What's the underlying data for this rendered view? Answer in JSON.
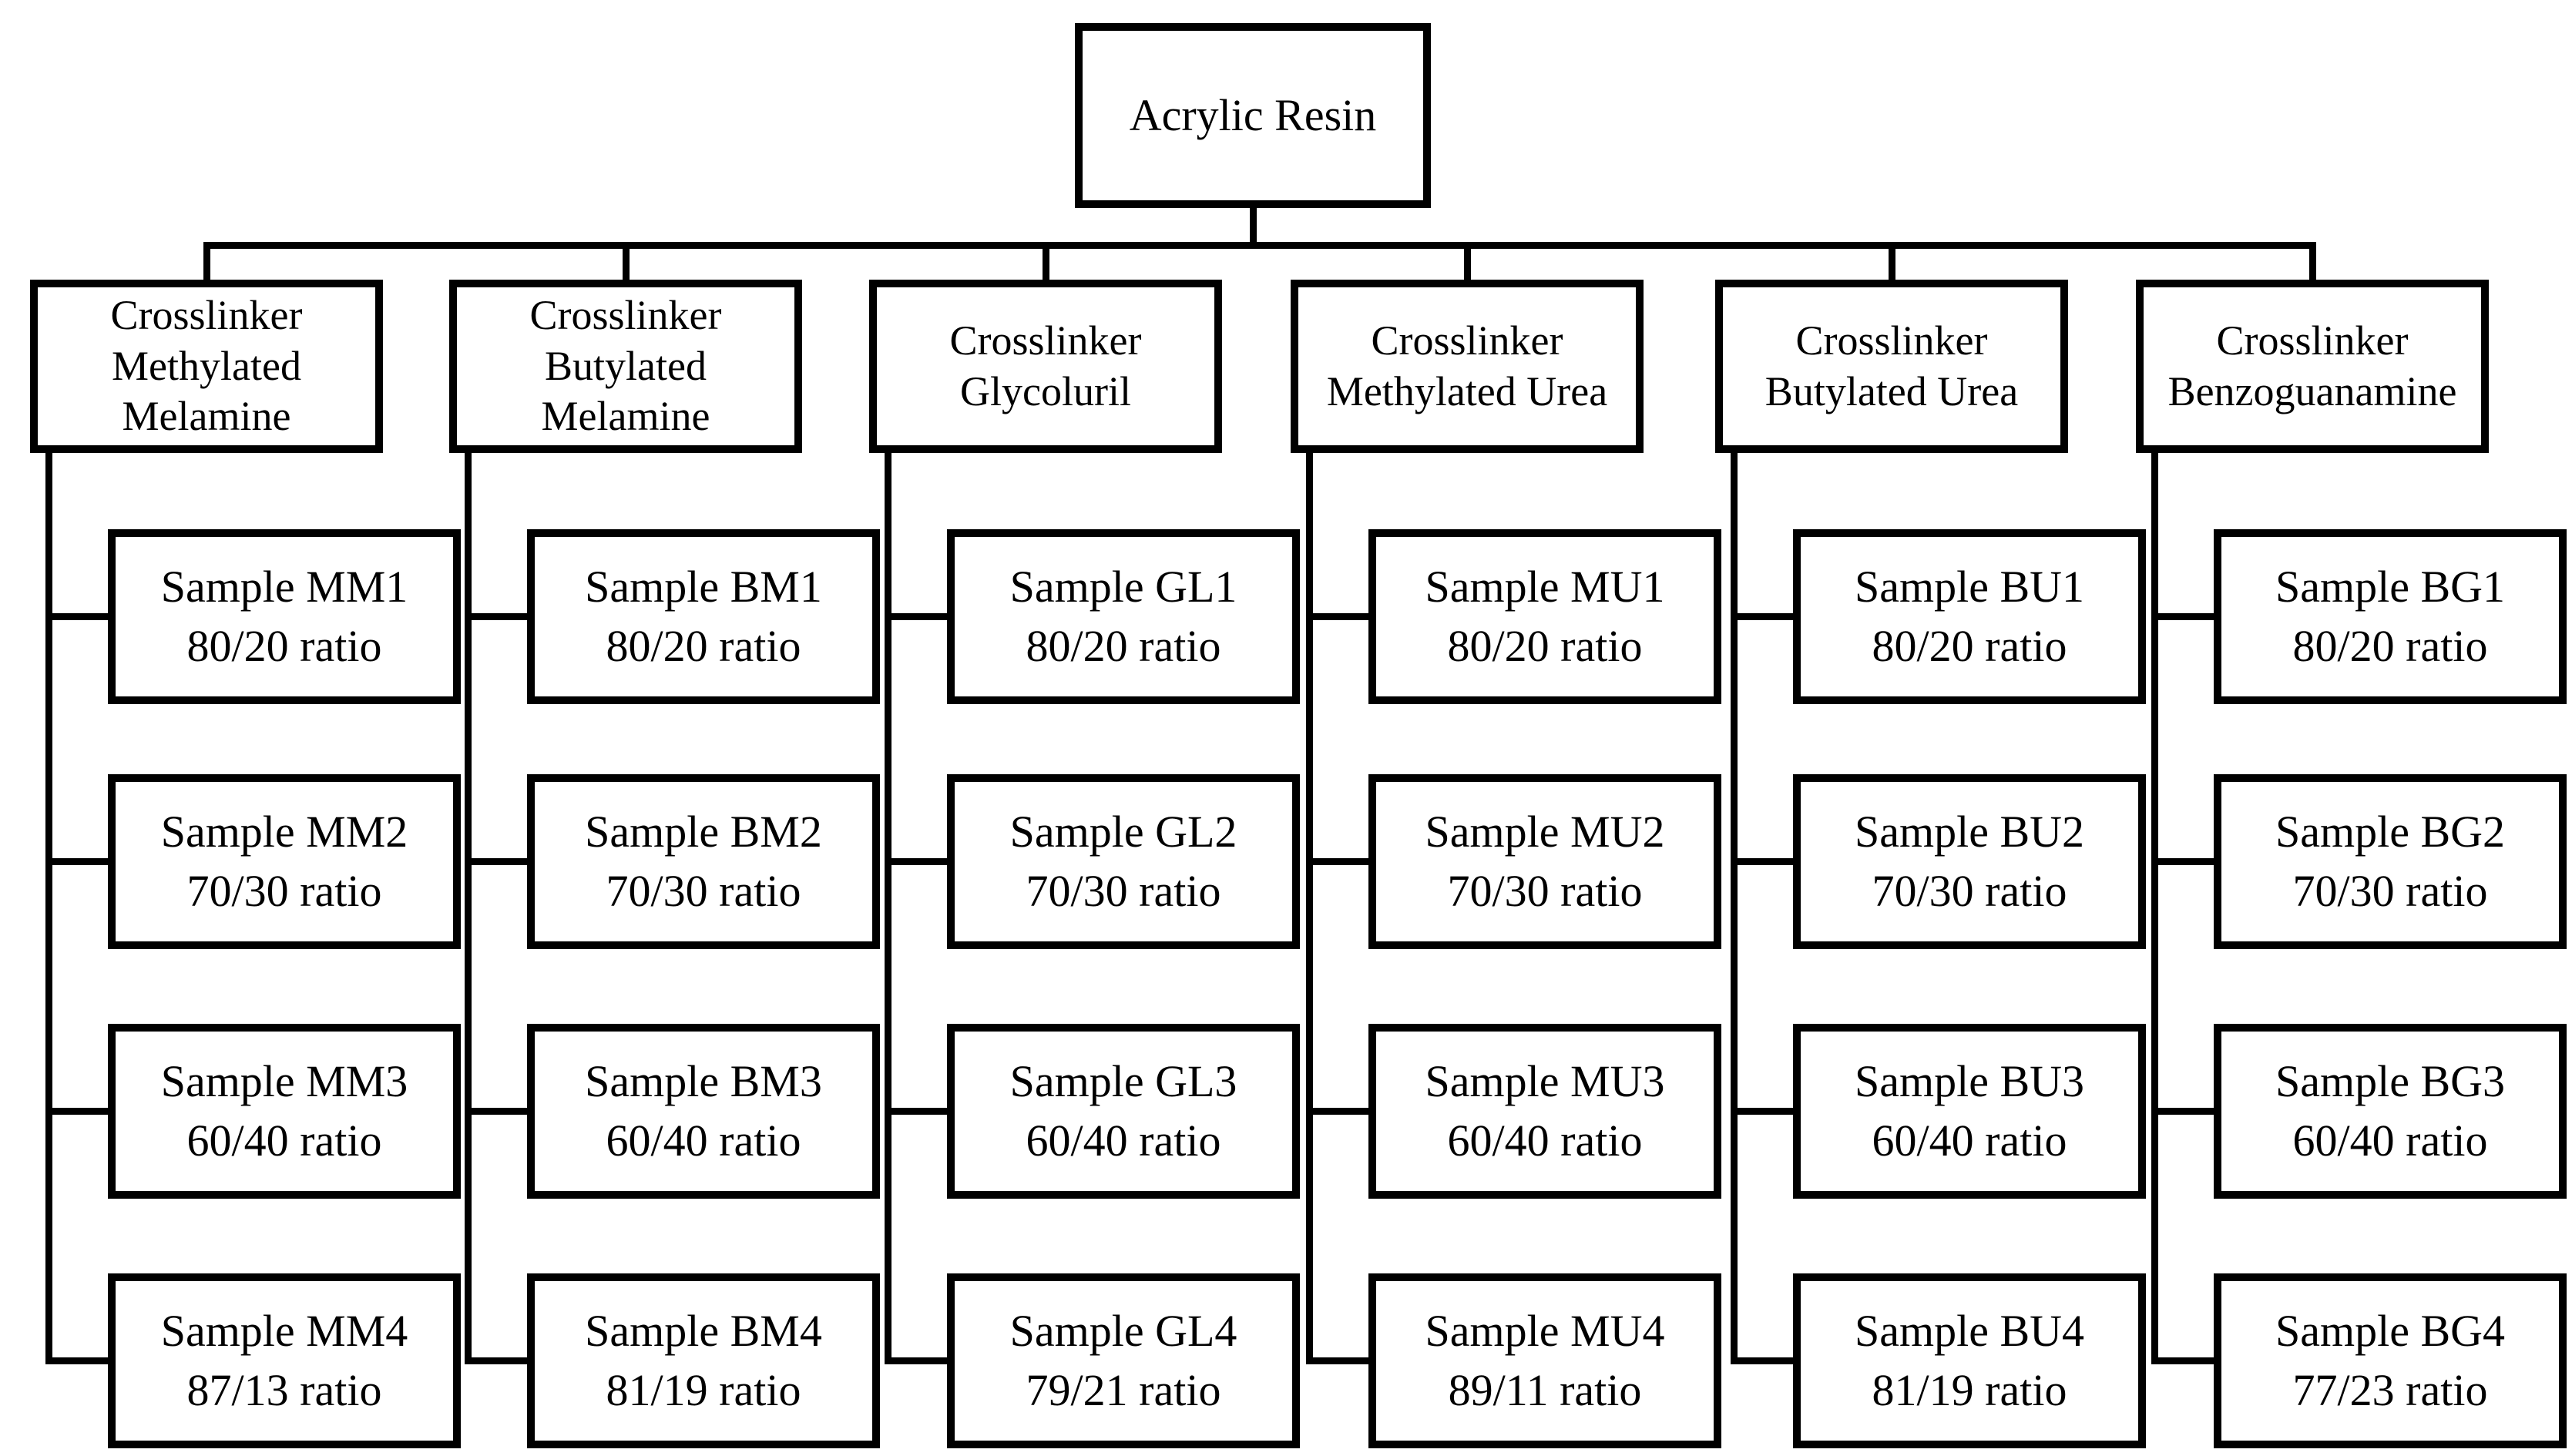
{
  "root": {
    "label": "Acrylic Resin"
  },
  "columns": [
    {
      "header_lines": [
        "Crosslinker",
        "Methylated",
        "Melamine"
      ],
      "samples": [
        {
          "name": "Sample MM1",
          "ratio": "80/20 ratio"
        },
        {
          "name": "Sample MM2",
          "ratio": "70/30 ratio"
        },
        {
          "name": "Sample MM3",
          "ratio": "60/40 ratio"
        },
        {
          "name": "Sample MM4",
          "ratio": "87/13 ratio"
        }
      ]
    },
    {
      "header_lines": [
        "Crosslinker",
        "Butylated",
        "Melamine"
      ],
      "samples": [
        {
          "name": "Sample BM1",
          "ratio": "80/20 ratio"
        },
        {
          "name": "Sample BM2",
          "ratio": "70/30 ratio"
        },
        {
          "name": "Sample BM3",
          "ratio": "60/40 ratio"
        },
        {
          "name": "Sample BM4",
          "ratio": "81/19 ratio"
        }
      ]
    },
    {
      "header_lines": [
        "Crosslinker",
        "Glycoluril"
      ],
      "samples": [
        {
          "name": "Sample GL1",
          "ratio": "80/20 ratio"
        },
        {
          "name": "Sample GL2",
          "ratio": "70/30 ratio"
        },
        {
          "name": "Sample GL3",
          "ratio": "60/40 ratio"
        },
        {
          "name": "Sample GL4",
          "ratio": "79/21 ratio"
        }
      ]
    },
    {
      "header_lines": [
        "Crosslinker",
        "Methylated Urea"
      ],
      "samples": [
        {
          "name": "Sample MU1",
          "ratio": "80/20 ratio"
        },
        {
          "name": "Sample MU2",
          "ratio": "70/30 ratio"
        },
        {
          "name": "Sample MU3",
          "ratio": "60/40 ratio"
        },
        {
          "name": "Sample MU4",
          "ratio": "89/11 ratio"
        }
      ]
    },
    {
      "header_lines": [
        "Crosslinker",
        "Butylated Urea"
      ],
      "samples": [
        {
          "name": "Sample BU1",
          "ratio": "80/20 ratio"
        },
        {
          "name": "Sample BU2",
          "ratio": "70/30 ratio"
        },
        {
          "name": "Sample BU3",
          "ratio": "60/40 ratio"
        },
        {
          "name": "Sample BU4",
          "ratio": "81/19 ratio"
        }
      ]
    },
    {
      "header_lines": [
        "Crosslinker",
        "Benzoguanamine"
      ],
      "samples": [
        {
          "name": "Sample BG1",
          "ratio": "80/20 ratio"
        },
        {
          "name": "Sample BG2",
          "ratio": "70/30 ratio"
        },
        {
          "name": "Sample BG3",
          "ratio": "60/40 ratio"
        },
        {
          "name": "Sample BG4",
          "ratio": "77/23 ratio"
        }
      ]
    }
  ],
  "colors": {
    "line": "#000000",
    "background": "#ffffff",
    "text": "#000000"
  }
}
